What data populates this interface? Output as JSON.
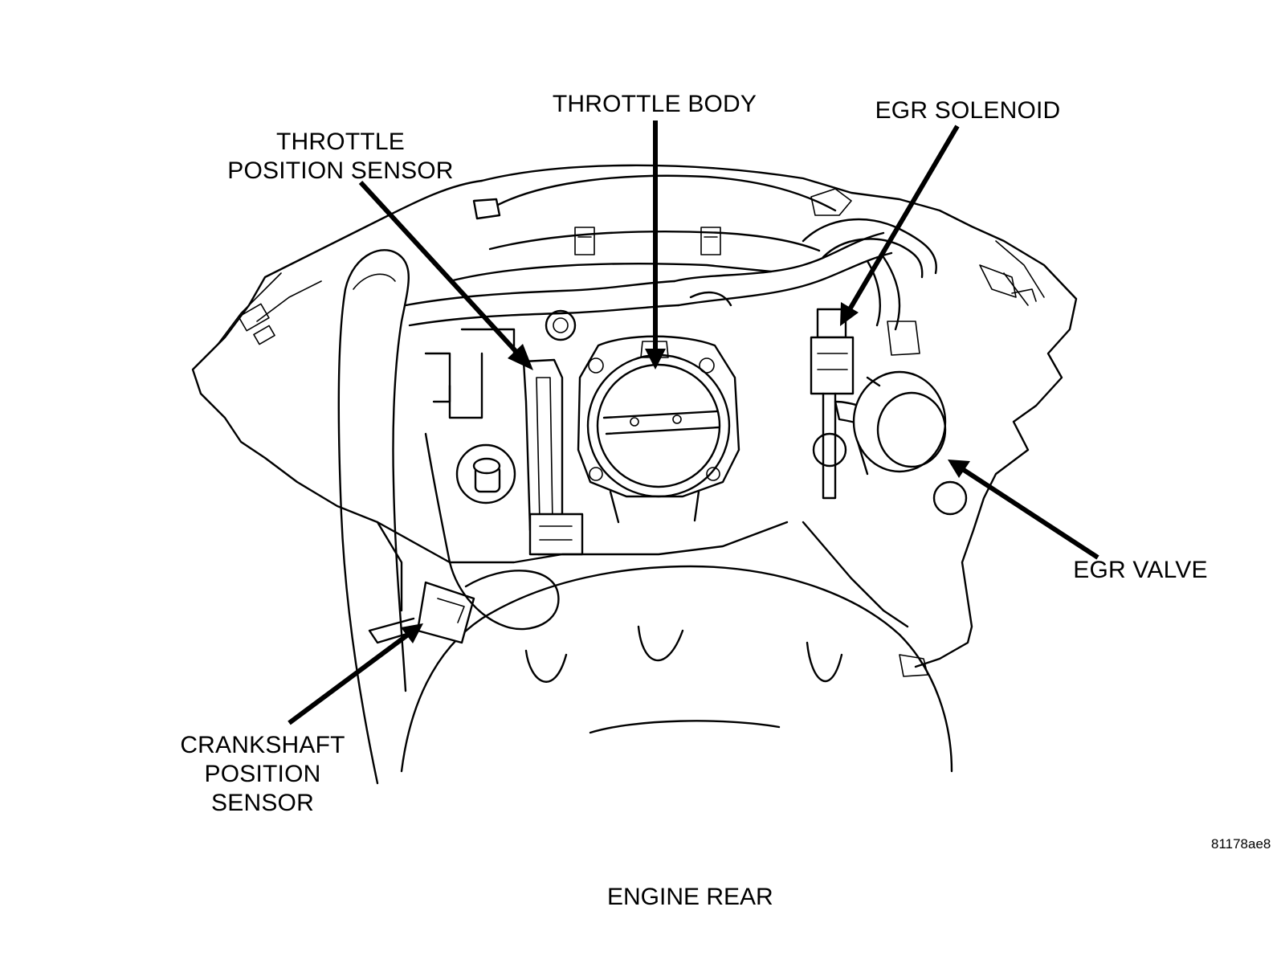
{
  "callouts": {
    "throttle_position_sensor": [
      "THROTTLE",
      "POSITION SENSOR"
    ],
    "throttle_body": "THROTTLE BODY",
    "egr_solenoid": "EGR SOLENOID",
    "egr_valve": "EGR VALVE",
    "crankshaft_position_sensor": [
      "CRANKSHAFT",
      "POSITION",
      "SENSOR"
    ]
  },
  "figure_id": "81178ae8",
  "caption": "ENGINE REAR"
}
